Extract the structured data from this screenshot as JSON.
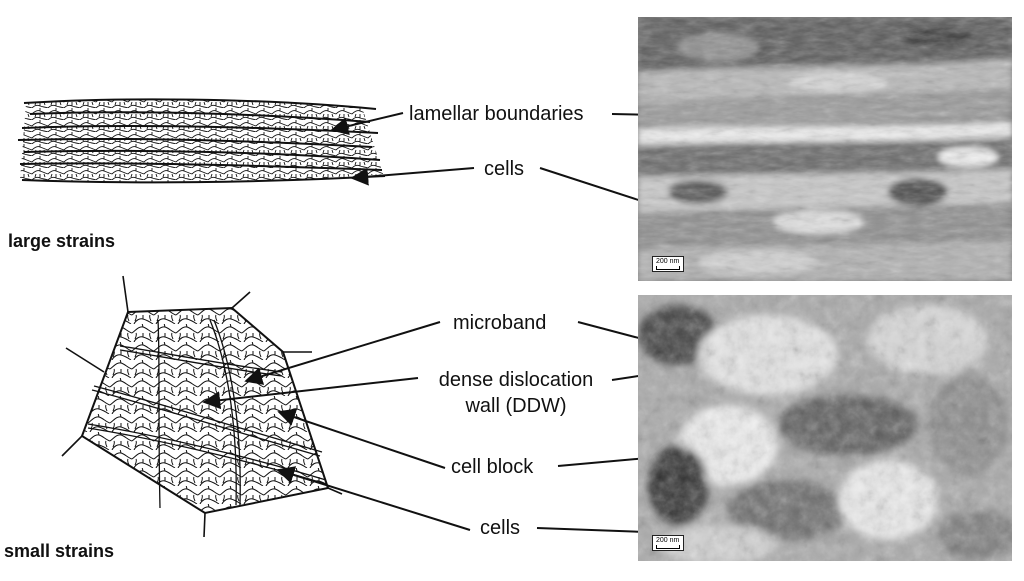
{
  "sections": {
    "large": "large strains",
    "small": "small strains"
  },
  "labels": {
    "lamellar": "lamellar boundaries",
    "cells_top": "cells",
    "microband": "microband",
    "ddw_line1": "dense dislocation",
    "ddw_line2": "wall (DDW)",
    "cell_block": "cell block",
    "cells_bottom": "cells"
  },
  "micrographs": {
    "top_scale": "200 nm",
    "bottom_scale": "200 nm"
  },
  "colors": {
    "ink": "#111111",
    "micro_light": "#e8e8e8",
    "micro_dark": "#3a3a3a"
  }
}
